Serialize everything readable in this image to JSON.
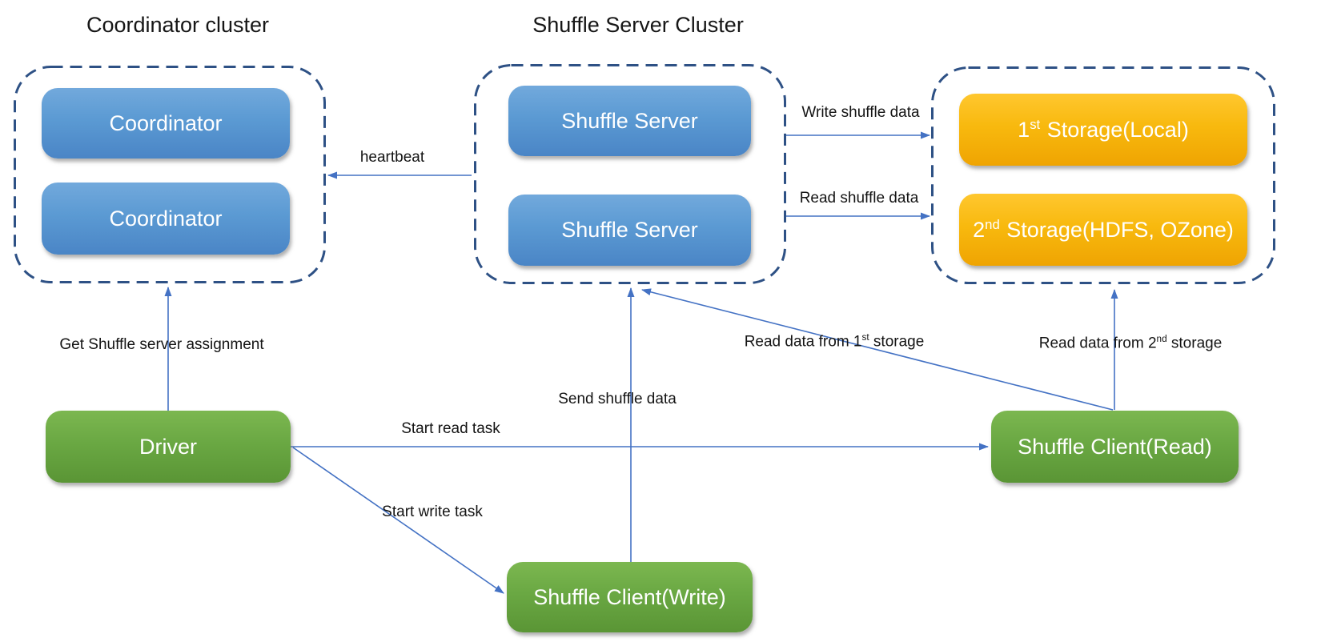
{
  "titles": {
    "coordinator_cluster": "Coordinator cluster",
    "shuffle_server_cluster": "Shuffle Server Cluster"
  },
  "nodes": {
    "coordinator_1": "Coordinator",
    "coordinator_2": "Coordinator",
    "shuffle_server_1": "Shuffle Server",
    "shuffle_server_2": "Shuffle Server",
    "storage_1": {
      "num": "1",
      "sup": "st",
      "rest": " Storage(Local)"
    },
    "storage_2": {
      "num": "2",
      "sup": "nd",
      "rest": " Storage(HDFS, OZone)"
    },
    "driver": "Driver",
    "shuffle_client_read": "Shuffle Client(Read)",
    "shuffle_client_write": "Shuffle Client(Write)"
  },
  "edges": {
    "heartbeat": {
      "label": "heartbeat",
      "from": "shuffle-server-cluster",
      "to": "coordinator-cluster"
    },
    "write_shuffle_data": {
      "label": "Write shuffle data",
      "from": "shuffle-server-1",
      "to": "storage-1"
    },
    "read_shuffle_data": {
      "label": "Read shuffle data",
      "from": "shuffle-server-2",
      "to": "storage-2"
    },
    "get_assignment": {
      "label": "Get Shuffle server assignment",
      "from": "driver",
      "to": "coordinator-cluster"
    },
    "start_read_task": {
      "label": "Start read task",
      "from": "driver",
      "to": "shuffle-client-read"
    },
    "start_write_task": {
      "label": "Start write task",
      "from": "driver",
      "to": "shuffle-client-write"
    },
    "send_shuffle_data": {
      "label": "Send shuffle data",
      "from": "shuffle-client-write",
      "to": "shuffle-server-cluster"
    },
    "read_1st_storage": {
      "label_pre": "Read data from 1",
      "label_sup": "st",
      "label_post": " storage",
      "from": "shuffle-client-read",
      "to": "shuffle-server-cluster"
    },
    "read_2nd_storage": {
      "label_pre": "Read data from 2",
      "label_sup": "nd",
      "label_post": " storage",
      "from": "shuffle-client-read",
      "to": "storage-cluster"
    }
  },
  "colors": {
    "cluster_border": "#2e5185",
    "arrow": "#4472c4",
    "node_blue_top": "#72a9dc",
    "node_blue_bottom": "#4a85c6",
    "node_green_top": "#7cb750",
    "node_green_bottom": "#5a9535",
    "node_gold_top": "#ffc72f",
    "node_gold_bottom": "#efa402",
    "node_text": "#ffffff",
    "label_text": "#141414"
  }
}
